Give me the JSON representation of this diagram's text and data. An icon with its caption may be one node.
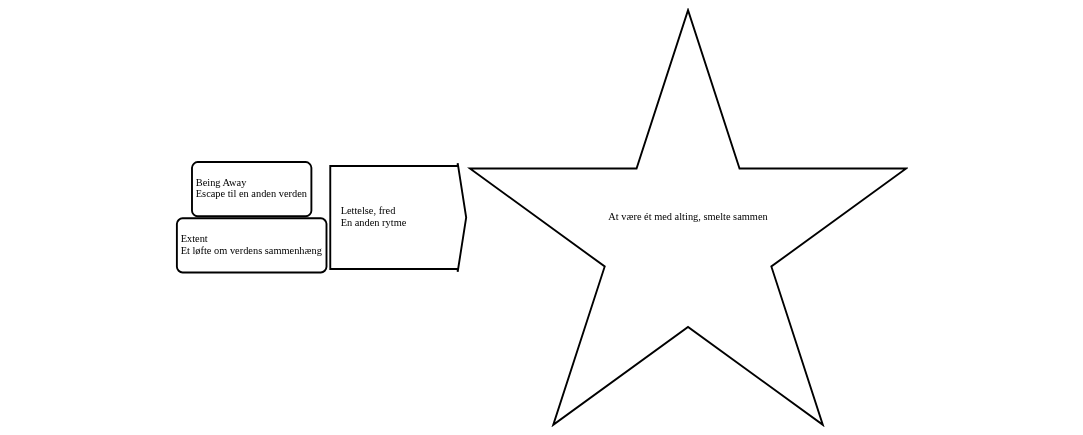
{
  "diagram": {
    "nodes": [
      {
        "text": [
          "Being Away",
          "Escape til en anden verden"
        ]
      },
      {
        "text": [
          "Extent",
          "Et løfte om verdens sammenhæng"
        ]
      },
      {
        "text": [
          "Lettelse, fred",
          "En anden rytme"
        ]
      },
      {
        "text": [
          "At være ét med alting, smelte sammen"
        ]
      }
    ]
  }
}
